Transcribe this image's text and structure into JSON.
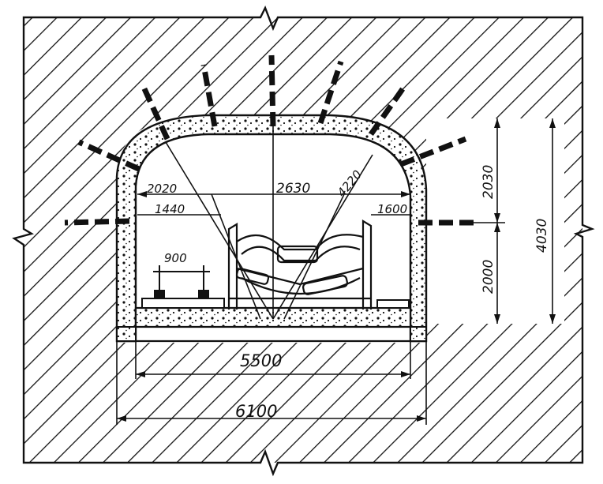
{
  "drawing": {
    "ink_color": "#111111",
    "paper_color": "#ffffff",
    "rock_hatch": "diagonal",
    "lining_fill": "speckled concrete",
    "dimensions": {
      "total_width": "6100",
      "inner_width": "5500",
      "total_height": "4030",
      "arch_rise": "2030",
      "wall_height": "2000",
      "span_chord": "2630",
      "arch_radius_left": "2020",
      "arch_radius_right": "4220",
      "left_offset": "1440",
      "right_offset": "1600",
      "track_gauge": "900"
    }
  }
}
